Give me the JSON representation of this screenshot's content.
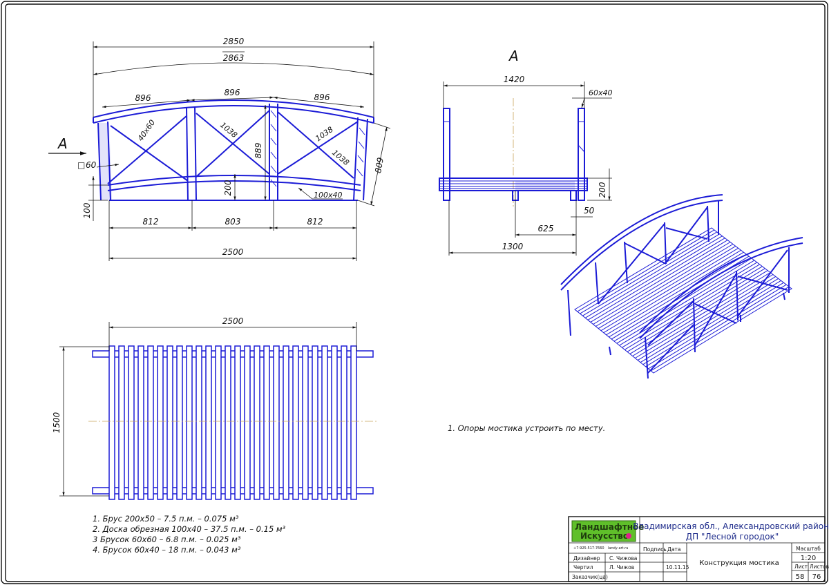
{
  "elevation": {
    "top_overall": "2850",
    "top_arc": "2863",
    "panel_1": "896",
    "panel_2": "896",
    "panel_3": "896",
    "brace_size": "40x60",
    "diag_1": "1038",
    "diag_2": "1038",
    "diag_3": "1038",
    "height_mid": "889",
    "height_end": "809",
    "post_size_symbol": "□",
    "post_size": "60",
    "beam_height": "200",
    "beam_size": "100x40",
    "ground_offset": "100",
    "span_1": "812",
    "span_2": "803",
    "span_3": "812",
    "span_total": "2500"
  },
  "section": {
    "title": "А",
    "view_arrow_label": "А",
    "width_top": "1420",
    "rail_size": "60x40",
    "height": "200",
    "post_width": "50",
    "half_width": "625",
    "width_bottom": "1300"
  },
  "plan": {
    "length": "2500",
    "width": "1500",
    "board_count": 26
  },
  "note_text": "1. Опоры мостика устроить по месту.",
  "materials": [
    "1. Брус 200х50 – 7.5 п.м. – 0.075 м³",
    "2. Доска обрезная 100х40 – 37.5 п.м. – 0.15 м³",
    "3 Брусок 60х60 – 6.8  п.м. – 0.025 м³",
    "4. Брусок 60х40 – 18 п.м. – 0.043 м³"
  ],
  "title_block": {
    "logo_line1": "Ландшафтное",
    "logo_line2": "Искусство",
    "phone": "+7-925-517-7660",
    "site": "landy-art.ru",
    "location_line1": "Владимирская обл., Александровский район,",
    "location_line2": "ДП \"Лесной городок\"",
    "col_sign": "Подпись",
    "col_date": "Дата",
    "row_designer": "Дизайнер",
    "designer_name": "С. Чижова",
    "row_drafter": "Чертил",
    "drafter_name": "Л. Чижов",
    "date": "10.11.15",
    "row_client": "Заказчик(ца)",
    "drawing_title": "Конструкция мостика",
    "scale_label": "Масштаб",
    "scale": "1:20",
    "sheet_label": "Лист",
    "sheets_label": "Листов",
    "sheet": "58",
    "sheets": "76"
  },
  "colors": {
    "line": "#1b1bd6",
    "logo_bg": "#5fbf2a",
    "logo_dot": "#e0208c",
    "axis": "#c9a25a"
  }
}
